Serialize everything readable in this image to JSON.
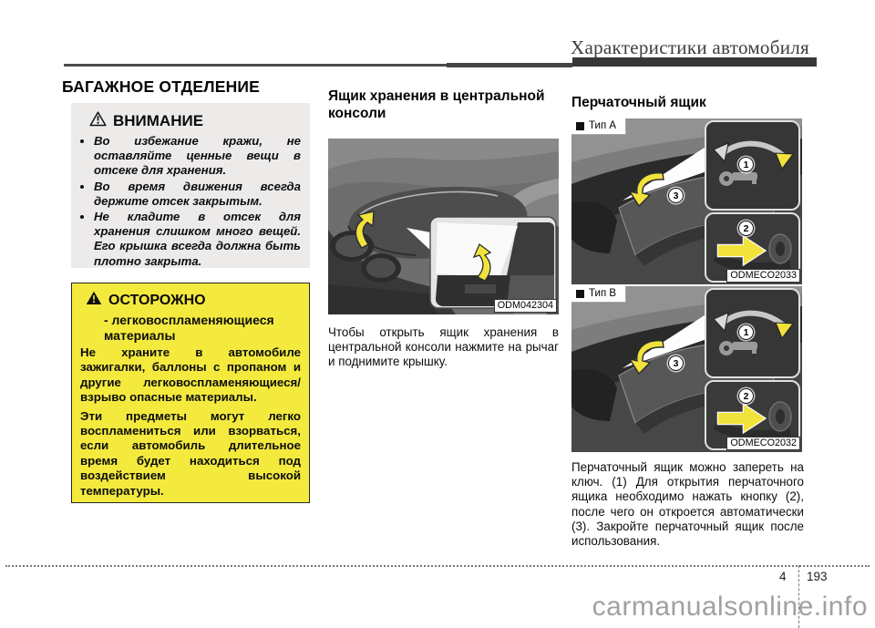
{
  "header": {
    "title": "Характеристики автомобиля"
  },
  "page": {
    "section_title": "БАГАЖНОЕ ОТДЕЛЕНИЕ"
  },
  "attention": {
    "title": "ВНИМАНИЕ",
    "bullets": [
      "Во избежание кражи, не оставляйте ценные вещи в отсеке для хранения.",
      "Во время движения всегда держите отсек закрытым.",
      "Не кладите в отсек для хранения слишком много вещей. Его крышка всегда должна быть плотно закрыта."
    ]
  },
  "caution": {
    "title": "ОСТОРОЖНО",
    "subtitle": "- легковоспламеняющиеся материалы",
    "para1": "Не храните в автомобиле зажигалки, баллоны с пропаном и другие легковоспламеняющиеся/взрыво опасные материалы.",
    "para2": "Эти предметы могут легко воспламениться или взорваться, если автомобиль длительное время будет находиться под воздействием высокой температуры."
  },
  "console_section": {
    "title": "Ящик хранения в центральной консоли",
    "photo_code": "ODM042304",
    "body": "Чтобы открыть ящик хранения в центральной консоли нажмите на рычаг и поднимите крышку."
  },
  "glovebox_section": {
    "title": "Перчаточный ящик",
    "type_a_label": "Тип A",
    "type_b_label": "Тип B",
    "photo_a_code": "ODMECO2033",
    "photo_b_code": "ODMECO2032",
    "steps": {
      "s1": "1",
      "s2": "2",
      "s3": "3"
    },
    "body": "Перчаточный ящик можно запереть на ключ. (1) Для открытия перчаточного ящика необходимо нажать кнопку (2), после чего он откроется автоматически (3). Закройте перчаточный ящик после использования."
  },
  "footer": {
    "chapter_number": "4",
    "page_number": "193",
    "watermark": "carmanualsonline.info"
  },
  "colors": {
    "caution_bg": "#f4ea3e",
    "attention_bg": "#edeaea",
    "arrow_yellow": "#f2e33c",
    "watermark_gray": "#a1a1a1"
  }
}
